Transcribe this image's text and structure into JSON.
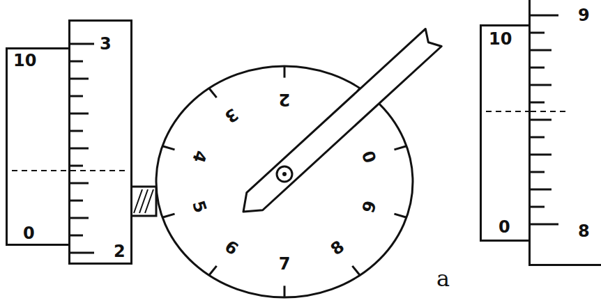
{
  "diagram": {
    "nodes": [
      {
        "text": [
          "10",
          "0"
        ]
      },
      {
        "text": [
          "3",
          "2"
        ]
      },
      {
        "text": [
          "2",
          "3",
          "4",
          "5",
          "6",
          "7",
          "8",
          "9",
          "0"
        ]
      },
      {
        "text": [
          "10",
          "0"
        ]
      },
      {
        "text": [
          "9",
          "8"
        ]
      }
    ],
    "labels": [
      "a"
    ]
  }
}
